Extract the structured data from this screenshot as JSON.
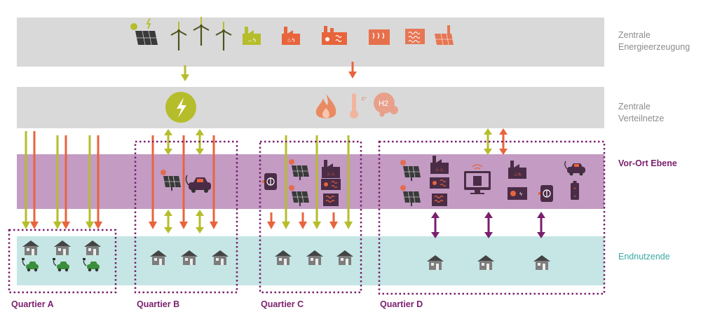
{
  "levels": {
    "central_generation": "Zentrale\nEnergieerzeugung",
    "central_networks": "Zentrale\nVerteilnetze",
    "local_level": "Vor-Ort Ebene",
    "end_users": "Endnutzende"
  },
  "districts": [
    {
      "label": "Quartier A"
    },
    {
      "label": "Quartier B"
    },
    {
      "label": "Quartier C"
    },
    {
      "label": "Quartier D"
    }
  ],
  "hydrogen_symbol": "H2",
  "colors": {
    "band_grey": "#d9d9d9",
    "band_purple": "#c39bc3",
    "band_teal": "#c5e6e4",
    "accent_purple": "#7a1f6d",
    "electric_green": "#b5bd2b",
    "heat_orange": "#e8643c",
    "icon_dark": "#4a2c46"
  },
  "icons": [
    "solar-panel-icon",
    "wind-turbine-icon",
    "power-plant-icon",
    "heat-plant-icon",
    "chp-plant-icon",
    "industry-heat-icon",
    "waste-heat-icon",
    "lightning-icon",
    "flame-icon",
    "thermometer-icon",
    "hydrogen-icon",
    "house-icon",
    "electric-car-icon",
    "battery-icon",
    "heat-pump-icon",
    "monitor-icon"
  ]
}
